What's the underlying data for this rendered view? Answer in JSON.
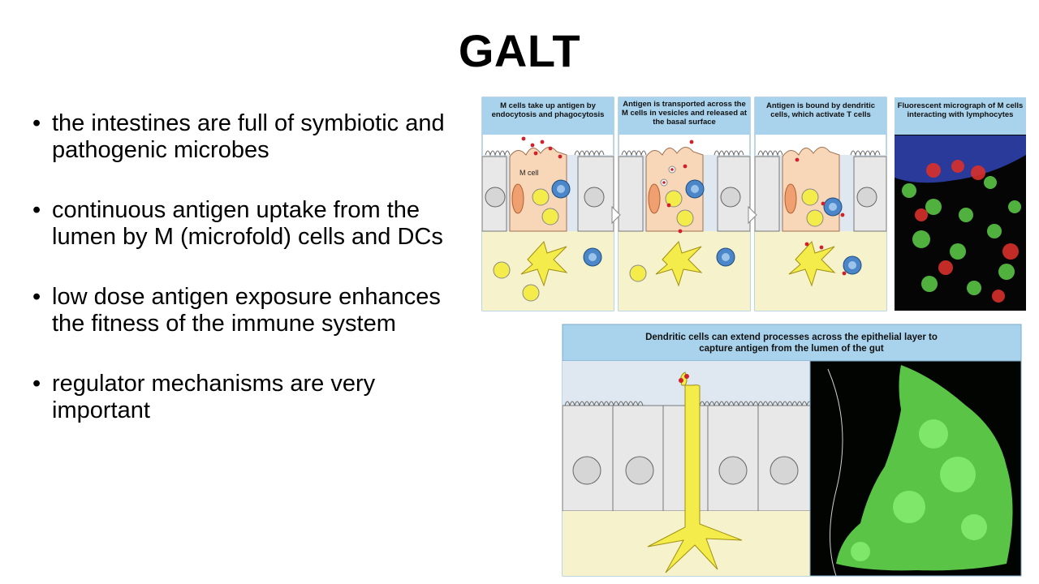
{
  "slide": {
    "title": "GALT",
    "bullets": [
      "the intestines are full of symbiotic and pathogenic microbes",
      "continuous antigen uptake from the lumen by M (microfold) cells and DCs",
      "low dose antigen exposure enhances the fitness of the immune system",
      "regulator mechanisms are very important"
    ]
  },
  "figure": {
    "panels": [
      "M cells take up antigen by endocytosis and phagocytosis",
      "Antigen is transported across the M cells in vesicles and released at the basal surface",
      "Antigen is bound by dendritic cells, which activate T cells",
      "Fluorescent micrograph of M cells interacting with lymphocytes"
    ],
    "m_cell_label": "M cell",
    "bottom_caption": "Dendritic cells can extend processes across the epithelial layer to capture antigen from the lumen of the gut"
  },
  "colors": {
    "caption_band": "#a9d3ec",
    "lumen": "#dfe8f0",
    "lamina": "#f6f2cc",
    "m_cell": "#f7d7b8",
    "dendritic_cell": "#f4ec4a",
    "lymphocyte": "#4a86c8",
    "antigen": "#d0202a",
    "micrograph_green": "#5fcf4a",
    "micrograph_red": "#d8302a"
  }
}
